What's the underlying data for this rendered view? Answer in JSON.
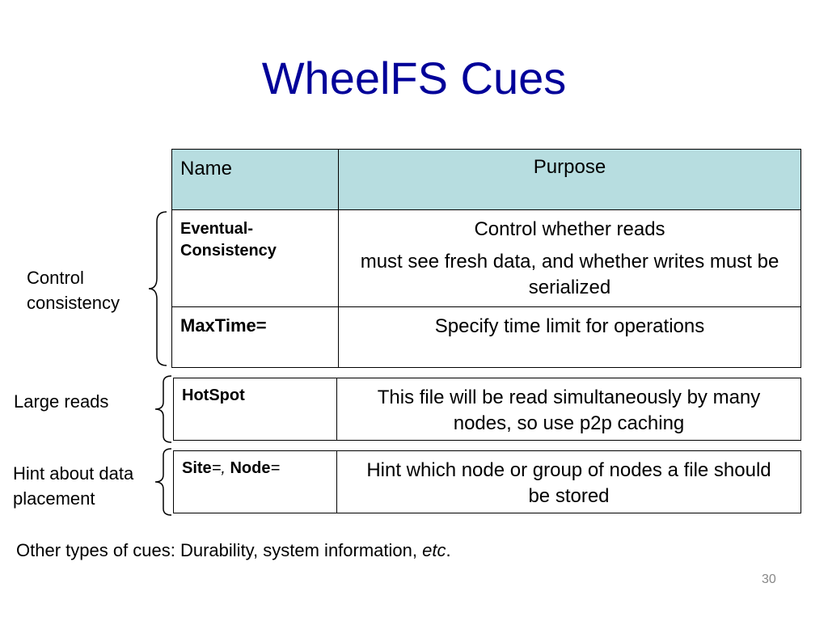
{
  "slide": {
    "title": "WheelFS Cues",
    "page_number": "30"
  },
  "table_main": {
    "header": {
      "name": "Name",
      "purpose": "Purpose"
    },
    "rows": [
      {
        "name": "Eventual-Consistency",
        "purpose_line1": "Control whether reads",
        "purpose_line2": "must see fresh data, and whether writes must be serialized"
      },
      {
        "name": "MaxTime=",
        "purpose_line1": "Specify time limit for operations"
      }
    ]
  },
  "table_hotspot": {
    "name": "HotSpot",
    "purpose": "This file will be read simultaneously by many nodes, so use p2p caching"
  },
  "table_site": {
    "name_site": "Site",
    "name_eq1": "=, ",
    "name_node": "Node",
    "name_eq2": "=",
    "purpose": "Hint which node or group of nodes a file should be stored"
  },
  "side_labels": {
    "control_consistency": "Control consistency",
    "large_reads": "Large reads",
    "hint_placement": "Hint about data placement"
  },
  "footer": {
    "text": "Other types of cues: Durability, system information, ",
    "italic": "etc",
    "period": "."
  }
}
